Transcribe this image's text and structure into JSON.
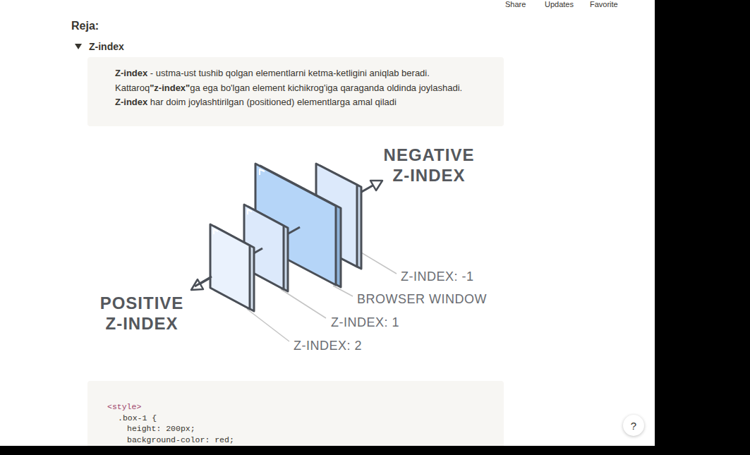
{
  "diagram": {
    "nodes": [
      {
        "text": [
          "Z-index",
          "- ustma-ust tushib qolgan elementlarni ketma-ketligini aniqlab beradi.",
          "Kattaroq",
          "\"z-index\"",
          "ga ega bo'lgan element kichikrog'iga qaraganda oldinda joylashadi.",
          "Z-index",
          "har doim joylashtirilgan (positioned) elementlarga amal qiladi"
        ]
      },
      {
        "text": [
          "<style>",
          ".box-1 {",
          "height: 200px;",
          "background-color: red;"
        ]
      },
      {
        "text": [
          "?"
        ]
      }
    ],
    "labels": [
      "Share",
      "Updates",
      "Favorite",
      "Reja:",
      "Z-index",
      "NEGATIVE Z-INDEX",
      "POSITIVE Z-INDEX",
      "Z-INDEX: -1",
      "BROWSER WINDOW",
      "Z-INDEX: 1",
      "Z-INDEX: 2"
    ]
  }
}
